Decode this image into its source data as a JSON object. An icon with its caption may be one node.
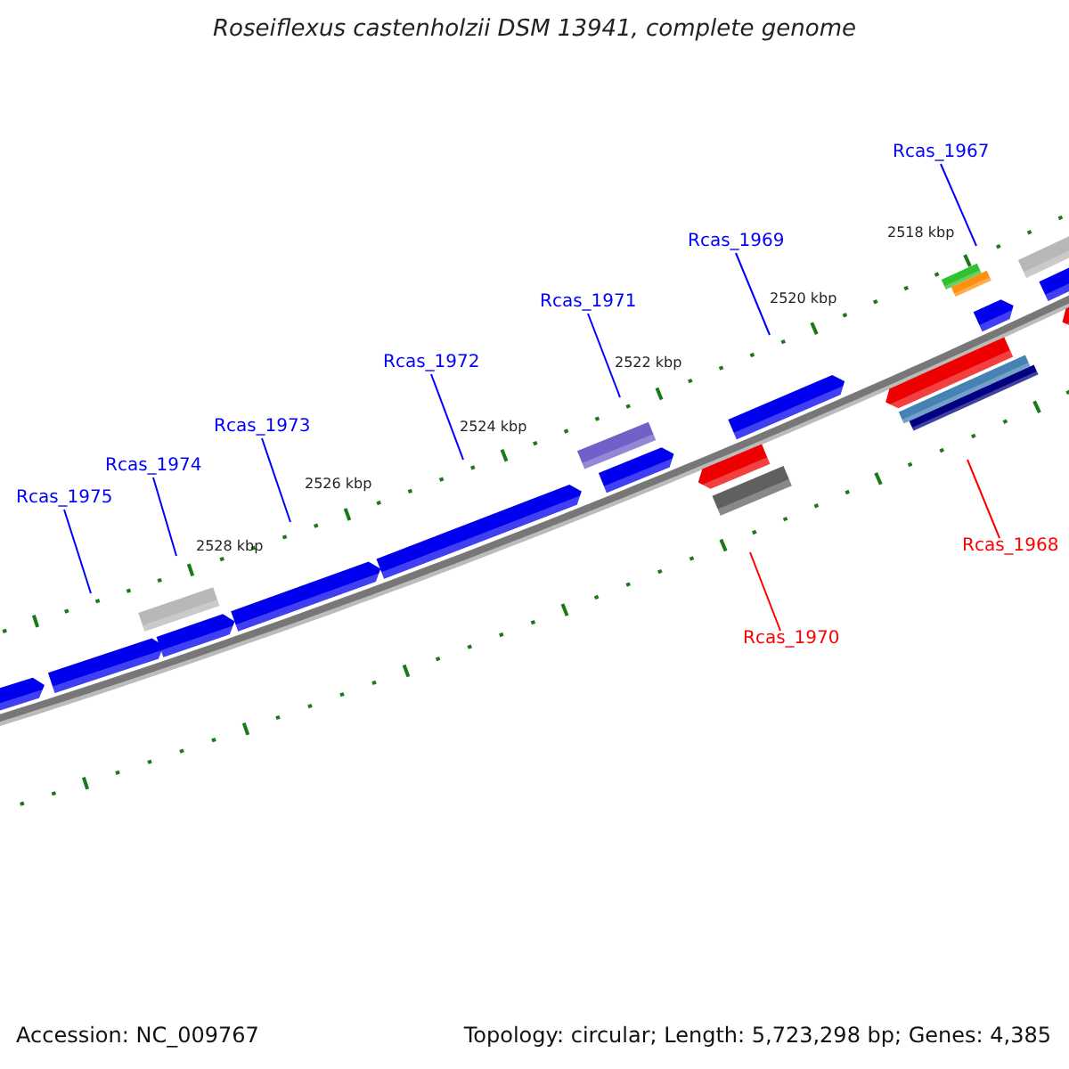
{
  "diagram": {
    "title": "Roseiflexus castenholzii DSM 13941, complete genome",
    "nodes": [
      {
        "text": [
          "Rcas_1967"
        ]
      },
      {
        "text": [
          "Rcas_1969"
        ]
      },
      {
        "text": [
          "Rcas_1971"
        ]
      },
      {
        "text": [
          "Rcas_1972"
        ]
      },
      {
        "text": [
          "Rcas_1973"
        ]
      },
      {
        "text": [
          "Rcas_1974"
        ]
      },
      {
        "text": [
          "Rcas_1975"
        ]
      },
      {
        "text": [
          "Rcas_1968"
        ]
      },
      {
        "text": [
          "Rcas_1970"
        ]
      }
    ],
    "edges": [
      {
        "from": 0,
        "to": null,
        "arrow": "none"
      },
      {
        "from": 1,
        "to": null,
        "arrow": "none"
      },
      {
        "from": 2,
        "to": null,
        "arrow": "none"
      },
      {
        "from": 3,
        "to": null,
        "arrow": "none"
      },
      {
        "from": 4,
        "to": null,
        "arrow": "none"
      },
      {
        "from": 5,
        "to": null,
        "arrow": "none"
      },
      {
        "from": 6,
        "to": null,
        "arrow": "none"
      },
      {
        "from": 7,
        "to": null,
        "arrow": "none",
        "color": "#ff0000"
      },
      {
        "from": 8,
        "to": null,
        "arrow": "none",
        "color": "#ff0000"
      }
    ],
    "labels": [
      "2518 kbp",
      "2520 kbp",
      "2522 kbp",
      "2524 kbp",
      "2526 kbp",
      "2528 kbp",
      "Accession: NC_009767",
      "Topology: circular; Length: 5,723,298 bp; Genes: 4,385"
    ]
  }
}
